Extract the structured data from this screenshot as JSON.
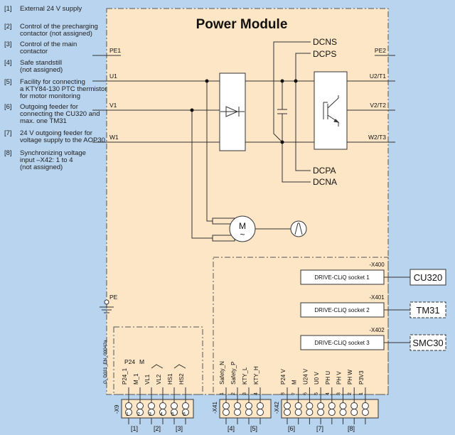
{
  "legend": [
    {
      "num": "[1]",
      "text": "External 24 V supply"
    },
    {
      "num": "[2]",
      "text": "Control of the precharging\ncontactor (not assigned)"
    },
    {
      "num": "[3]",
      "text": "Control of the main\ncontactor"
    },
    {
      "num": "[4]",
      "text": "Safe standstill\n(not assigned)"
    },
    {
      "num": "[5]",
      "text": "Facility for connecting\na KTY84-130 PTC thermistor\nfor motor monitoring"
    },
    {
      "num": "[6]",
      "text": "Outgoing feeder for\nconnecting the CU320 and\nmax. one TM31"
    },
    {
      "num": "[7]",
      "text": "24 V outgoing feeder for\nvoltage supply to the AOP30"
    },
    {
      "num": "[8]",
      "text": "Synchronizing voltage\ninput –X42: 1 to 4\n(not assigned)"
    }
  ],
  "title": "Power Module",
  "left_terminals": {
    "pe1": "PE1",
    "u1": "U1",
    "v1": "V1",
    "w1": "W1",
    "pe": "PE"
  },
  "right_terminals": {
    "pe2": "PE2",
    "u2": "U2/T1",
    "v2": "V2/T2",
    "w2": "W2/T3"
  },
  "dc": {
    "dcns": "DCNS",
    "dcps": "DCPS",
    "dcpa": "DCPA",
    "dcna": "DCNA"
  },
  "motor": {
    "m": "M",
    "tilde": "~"
  },
  "drivecliq": [
    {
      "id": "-X400",
      "label": "DRIVE-CLiQ socket 1",
      "target": "CU320",
      "target_style": "solid"
    },
    {
      "id": "-X401",
      "label": "DRIVE-CLiQ socket 2",
      "target": "TM31",
      "target_style": "dashed"
    },
    {
      "id": "-X402",
      "label": "DRIVE-CLiQ socket 3",
      "target": "SMC30",
      "target_style": "dashed"
    }
  ],
  "doc_id": "G_D011_EN_00042a",
  "x9": {
    "name": "-X9",
    "p24": "P24",
    "m": "M",
    "pins": [
      "P24_1",
      "M_1",
      "VL1",
      "VL2",
      "HS1",
      "HS2"
    ],
    "nums": [
      "1",
      "2",
      "3",
      "4",
      "5",
      "6"
    ],
    "groups": [
      "[1]",
      "[2]",
      "[3]"
    ]
  },
  "x41": {
    "name": "-X41",
    "pins": [
      "Safety_N",
      "Safety_P",
      "KTY_L",
      "KTY_H"
    ],
    "nums": [
      "1",
      "2",
      "3",
      "4"
    ],
    "groups": [
      "[4]",
      "[5]"
    ]
  },
  "x42": {
    "name": "-X42",
    "pins": [
      "P24 V",
      "M",
      "U24 V",
      "U0 V",
      "PH U",
      "PH V",
      "PH W",
      "P3V3"
    ],
    "nums": [
      "8",
      "7",
      "6",
      "5",
      "4",
      "3",
      "2",
      "1"
    ],
    "groups": [
      "[6]",
      "[7]",
      "[8]"
    ]
  },
  "colors": {
    "background": "#b9d4ef",
    "module": "#fce6c6",
    "line": "#333333"
  }
}
